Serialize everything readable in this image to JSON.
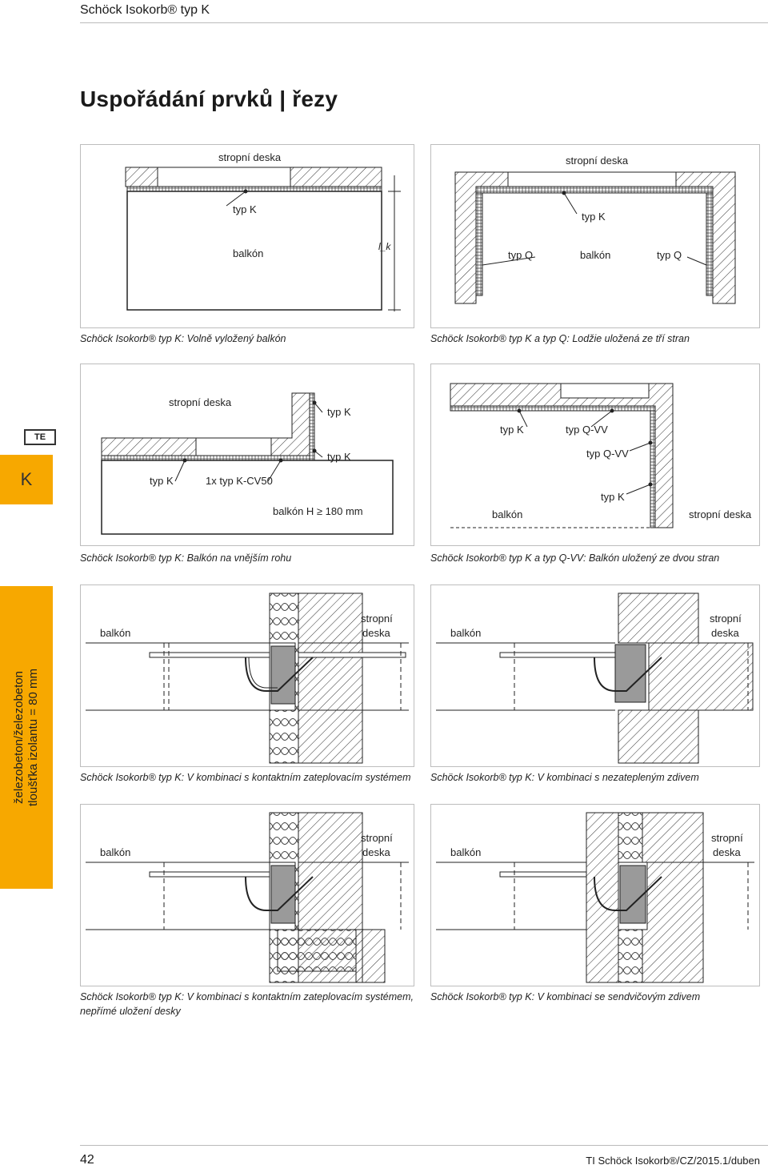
{
  "header": {
    "product": "Schöck Isokorb® typ K"
  },
  "page_title": "Uspořádání prvků | řezy",
  "side_tab": {
    "letter": "K",
    "logo": "TE",
    "line1": "železobeton/železobeton",
    "line2": "tloušťka izolantu = 80 mm"
  },
  "panels": {
    "p1": {
      "top_label": "stropní deska",
      "type": "typ K",
      "balcony": "balkón",
      "dim": "l_k",
      "caption": "Schöck Isokorb® typ K: Volně vyložený balkón"
    },
    "p2": {
      "top_label": "stropní deska",
      "type_k": "typ K",
      "type_q_left": "typ Q",
      "balcony": "balkón",
      "type_q_right": "typ Q",
      "caption": "Schöck Isokorb® typ K a typ Q: Lodžie uložená ze tří stran"
    },
    "p3": {
      "top_label": "stropní deska",
      "type_k_top": "typ K",
      "type_k_mid": "typ K",
      "type_k_left": "typ K",
      "cv50": "1x typ K-CV50",
      "balcony": "balkón H ≥ 180 mm",
      "caption": "Schöck Isokorb® typ K: Balkón na vnějším rohu"
    },
    "p4": {
      "type_k": "typ K",
      "qvv_1": "typ Q-VV",
      "qvv_2": "typ Q-VV",
      "type_k_2": "typ K",
      "balcony": "balkón",
      "slab": "stropní deska",
      "caption": "Schöck Isokorb® typ K a typ Q-VV: Balkón uložený ze dvou stran"
    },
    "p5": {
      "balcony": "balkón",
      "slab_1": "stropní",
      "slab_2": "deska",
      "caption": "Schöck Isokorb® typ K: V kombinaci s kontaktním zateplovacím systémem"
    },
    "p6": {
      "balcony": "balkón",
      "slab_1": "stropní",
      "slab_2": "deska",
      "caption": "Schöck Isokorb® typ K: V kombinaci s nezatepleným zdivem"
    },
    "p7": {
      "balcony": "balkón",
      "slab_1": "stropní",
      "slab_2": "deska",
      "caption_1": "Schöck Isokorb® typ K: V kombinaci s kontaktním zateplovacím systémem,",
      "caption_2": "nepřímé uložení desky"
    },
    "p8": {
      "balcony": "balkón",
      "slab_1": "stropní",
      "slab_2": "deska",
      "caption": "Schöck Isokorb® typ K: V kombinaci se sendvičovým zdivem"
    }
  },
  "footer": {
    "page_number": "42",
    "doc_id": "TI Schöck Isokorb®/CZ/2015.1/duben"
  }
}
